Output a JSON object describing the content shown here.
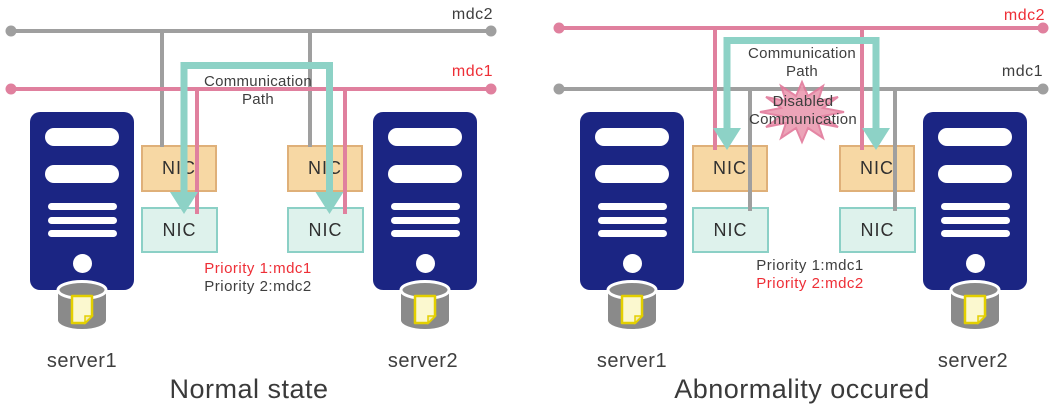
{
  "palette": {
    "server_navy": "#1b2583",
    "gray_line": "#9f9f9f",
    "pink_line": "#e0809e",
    "teal_arrow": "#8dd2c6",
    "orange_box_fill": "#f7d8a4",
    "orange_box_border": "#dfb079",
    "teal_box_fill": "#def2ec",
    "teal_box_border": "#8bd0c6",
    "red": "#ee2e36",
    "dark_text": "#3e3e3e",
    "starburst_fill": "#eb9bb1",
    "starburst_border": "#e2799b",
    "db_gray": "#8a8a8a",
    "doc_yellow_fill": "#fbf8cf",
    "doc_yellow_border": "#e3cf00"
  },
  "diagrams": [
    {
      "title": "Normal state",
      "lines": [
        {
          "label": "mdc2",
          "label_color": "#3e3e3e",
          "line_color": "#9f9f9f"
        },
        {
          "label": "mdc1",
          "label_color": "#ee2e36",
          "line_color": "#e0809e"
        }
      ],
      "communication_path": {
        "line1": "Communication",
        "line2": "Path"
      },
      "nic_label": "NIC",
      "priorities": [
        {
          "text": "Priority 1:mdc1",
          "color": "#ee2e36"
        },
        {
          "text": "Priority 2:mdc2",
          "color": "#3e3e3e"
        }
      ],
      "servers": [
        {
          "label": "server1"
        },
        {
          "label": "server2"
        }
      ]
    },
    {
      "title": "Abnormality occured",
      "lines": [
        {
          "label": "mdc2",
          "label_color": "#ee2e36",
          "line_color": "#e0809e"
        },
        {
          "label": "mdc1",
          "label_color": "#3e3e3e",
          "line_color": "#9f9f9f"
        }
      ],
      "communication_path": {
        "line1": "Communication",
        "line2": "Path"
      },
      "disabled_communication": {
        "line1": "Disabled",
        "line2": "Communication"
      },
      "nic_label": "NIC",
      "priorities": [
        {
          "text": "Priority 1:mdc1",
          "color": "#3e3e3e"
        },
        {
          "text": "Priority 2:mdc2",
          "color": "#ee2e36"
        }
      ],
      "servers": [
        {
          "label": "server1"
        },
        {
          "label": "server2"
        }
      ]
    }
  ]
}
